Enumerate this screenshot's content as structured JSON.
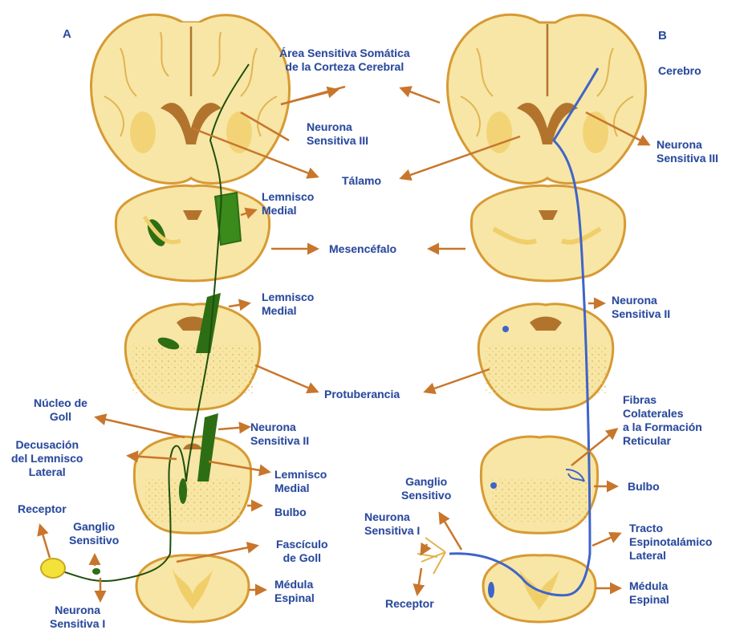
{
  "panels": {
    "a": "A",
    "b": "B"
  },
  "labels": {
    "area_sensitiva_l1": "Área Sensitiva Somática",
    "area_sensitiva_l2": "de la Corteza Cerebral",
    "cerebro": "Cerebro",
    "neurona_iii_a_l1": "Neurona",
    "neurona_iii_a_l2": "Sensitiva III",
    "neurona_iii_b_l1": "Neurona",
    "neurona_iii_b_l2": "Sensitiva III",
    "talamo": "Tálamo",
    "lemnisco_medial_1_l1": "Lemnisco",
    "lemnisco_medial_1_l2": "Medial",
    "mesencefalo": "Mesencéfalo",
    "lemnisco_medial_2_l1": "Lemnisco",
    "lemnisco_medial_2_l2": "Medial",
    "neurona_ii_b_l1": "Neurona",
    "neurona_ii_b_l2": "Sensitiva II",
    "protuberancia": "Protuberancia",
    "nucleo_goll_l1": "Núcleo de",
    "nucleo_goll_l2": "Goll",
    "neurona_ii_a_l1": "Neurona",
    "neurona_ii_a_l2": "Sensitiva II",
    "decusacion_l1": "Decusación",
    "decusacion_l2": "del Lemnisco",
    "decusacion_l3": "Lateral",
    "lemnisco_medial_3_l1": "Lemnisco",
    "lemnisco_medial_3_l2": "Medial",
    "fibras_l1": "Fibras",
    "fibras_l2": "Colaterales",
    "fibras_l3": "a la Formación",
    "fibras_l4": "Reticular",
    "bulbo_a": "Bulbo",
    "bulbo_b": "Bulbo",
    "receptor_a": "Receptor",
    "ganglio_a_l1": "Ganglio",
    "ganglio_a_l2": "Sensitivo",
    "ganglio_b_l1": "Ganglio",
    "ganglio_b_l2": "Sensitivo",
    "neurona_i_b_l1": "Neurona",
    "neurona_i_b_l2": "Sensitiva I",
    "fasciculo_l1": "Fascículo",
    "fasciculo_l2": "de Goll",
    "tracto_l1": "Tracto",
    "tracto_l2": "Espinotalámico",
    "tracto_l3": "Lateral",
    "medula_a_l1": "Médula",
    "medula_a_l2": "Espinal",
    "medula_b_l1": "Médula",
    "medula_b_l2": "Espinal",
    "neurona_i_a_l1": "Neurona",
    "neurona_i_a_l2": "Sensitiva I",
    "receptor_b": "Receptor"
  },
  "colors": {
    "tissue": "#f7e6a6",
    "tissue_edge": "#d79a33",
    "gray_matter": "#f0cf6a",
    "ventricle": "#b2742d",
    "green_tract": "#2d6e14",
    "blue_tract": "#3f64c9",
    "arrow": "#c8762c",
    "label_text": "#2b4a9b"
  }
}
